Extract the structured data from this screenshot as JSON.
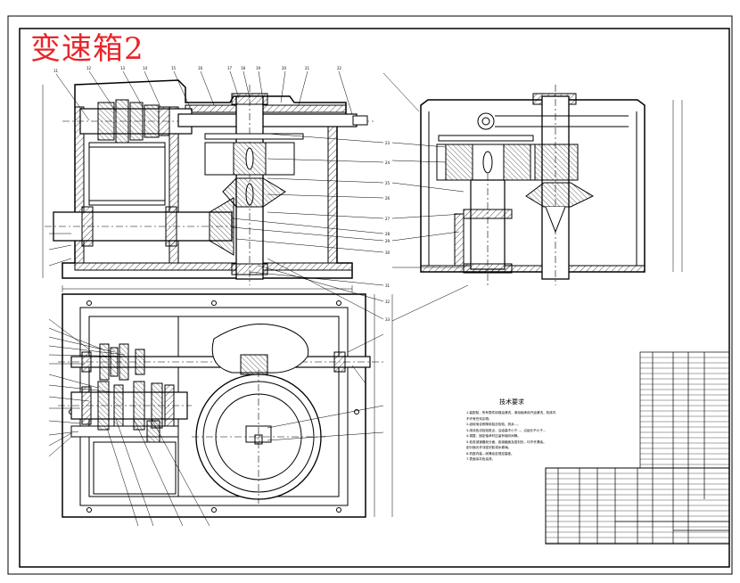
{
  "drawing": {
    "title": "变速箱2",
    "title_color": "#e8262a",
    "line_color": "#000000",
    "notes_title": "技术要求",
    "notes": [
      "1.装配前，所有零件用煤油清洗，滚动轴承用汽油清洗，机体内",
      "不许有任何杂物。",
      "2.齿轮啮合侧隙用铅丝检验，其余...。",
      "3.用涂色法检验斑点，沿齿高不小于...，沿齿长不小于...",
      "4.调整、固定轴承时应留有轴向间隙。",
      "5.检查减速器剖分面、各接触面及密封处，均不许漏油。",
      "剖分面允许涂密封胶或水玻璃。",
      "6.机座内装...润滑油至规定高度。",
      "7.表面涂灰色油漆。"
    ]
  }
}
